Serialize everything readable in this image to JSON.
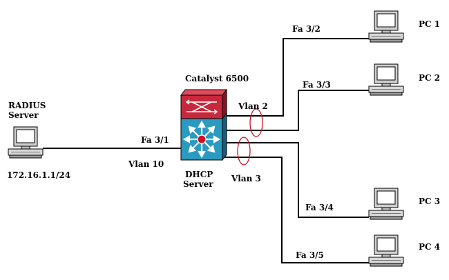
{
  "switch": {
    "name": "Catalyst 6500",
    "dhcp_line1": "DHCP",
    "dhcp_line2": "Server"
  },
  "radius": {
    "line1": "RADIUS",
    "line2": "Server",
    "ip": "172.16.1.1/24",
    "port": "Fa 3/1",
    "vlan": "Vlan 10"
  },
  "vlans": {
    "top": "Vlan 2",
    "bottom": "Vlan 3"
  },
  "pcs": [
    {
      "name": "PC 1",
      "port": "Fa 3/2"
    },
    {
      "name": "PC 2",
      "port": "Fa 3/3"
    },
    {
      "name": "PC 3",
      "port": "Fa 3/4"
    },
    {
      "name": "PC 4",
      "port": "Fa 3/5"
    }
  ],
  "colors": {
    "switch_top": "#c8283c",
    "switch_body": "#2a9ac0",
    "wire": "#000000",
    "vlan_ring": "#d01020"
  }
}
